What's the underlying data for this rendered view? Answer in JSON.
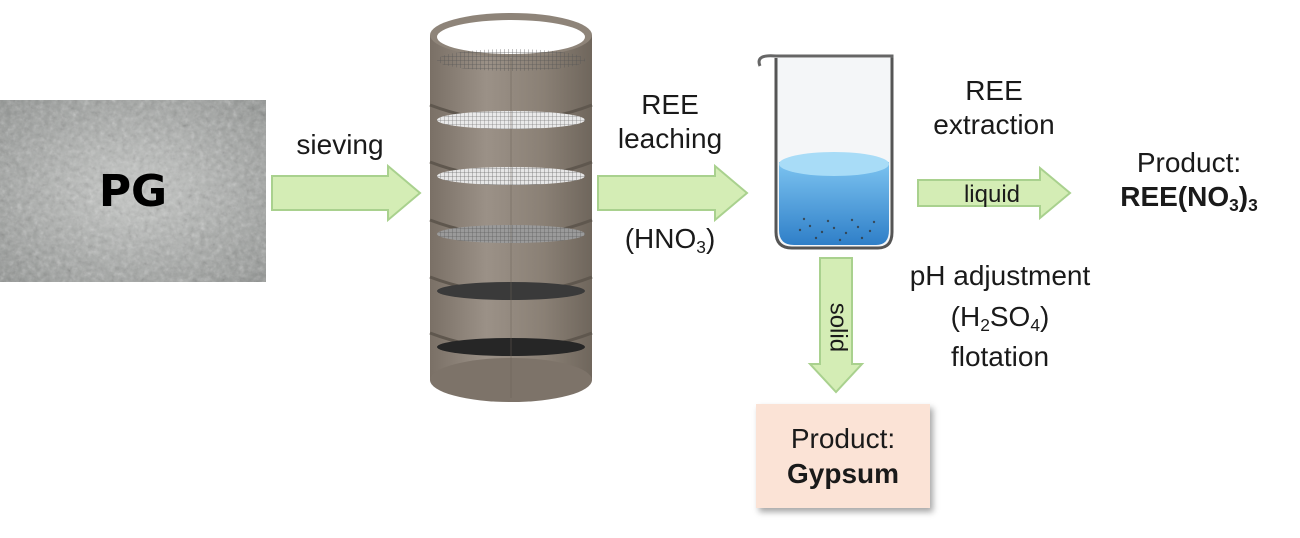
{
  "pg_label": "PG",
  "sieving_label": "sieving",
  "leaching": {
    "line1": "REE",
    "line2": "leaching",
    "acid_main": "(HNO",
    "acid_sub": "3",
    "acid_close": ")"
  },
  "extraction": {
    "line1": "REE",
    "line2": "extraction"
  },
  "liquid_label": "liquid",
  "solid_label": "solid",
  "product_ree": {
    "line1": "Product:",
    "formula_main": "REE(NO",
    "formula_sub1": "3",
    "formula_mid": ")",
    "formula_sub2": "3"
  },
  "ph": {
    "line1": "pH adjustment",
    "acid_a": "(H",
    "acid_sub1": "2",
    "acid_b": "SO",
    "acid_sub2": "4",
    "acid_c": ")",
    "line3": "flotation"
  },
  "product_gypsum": {
    "line1": "Product:",
    "line2": "Gypsum"
  },
  "colors": {
    "arrow_fill": "#d4edb5",
    "arrow_stroke": "#a9d18e",
    "sieve": "#8b8176",
    "liquid": "#5aaee8",
    "box": "#fbe3d6"
  },
  "icons": [
    "powder-photo",
    "sieve-stack-icon",
    "beaker-icon"
  ]
}
